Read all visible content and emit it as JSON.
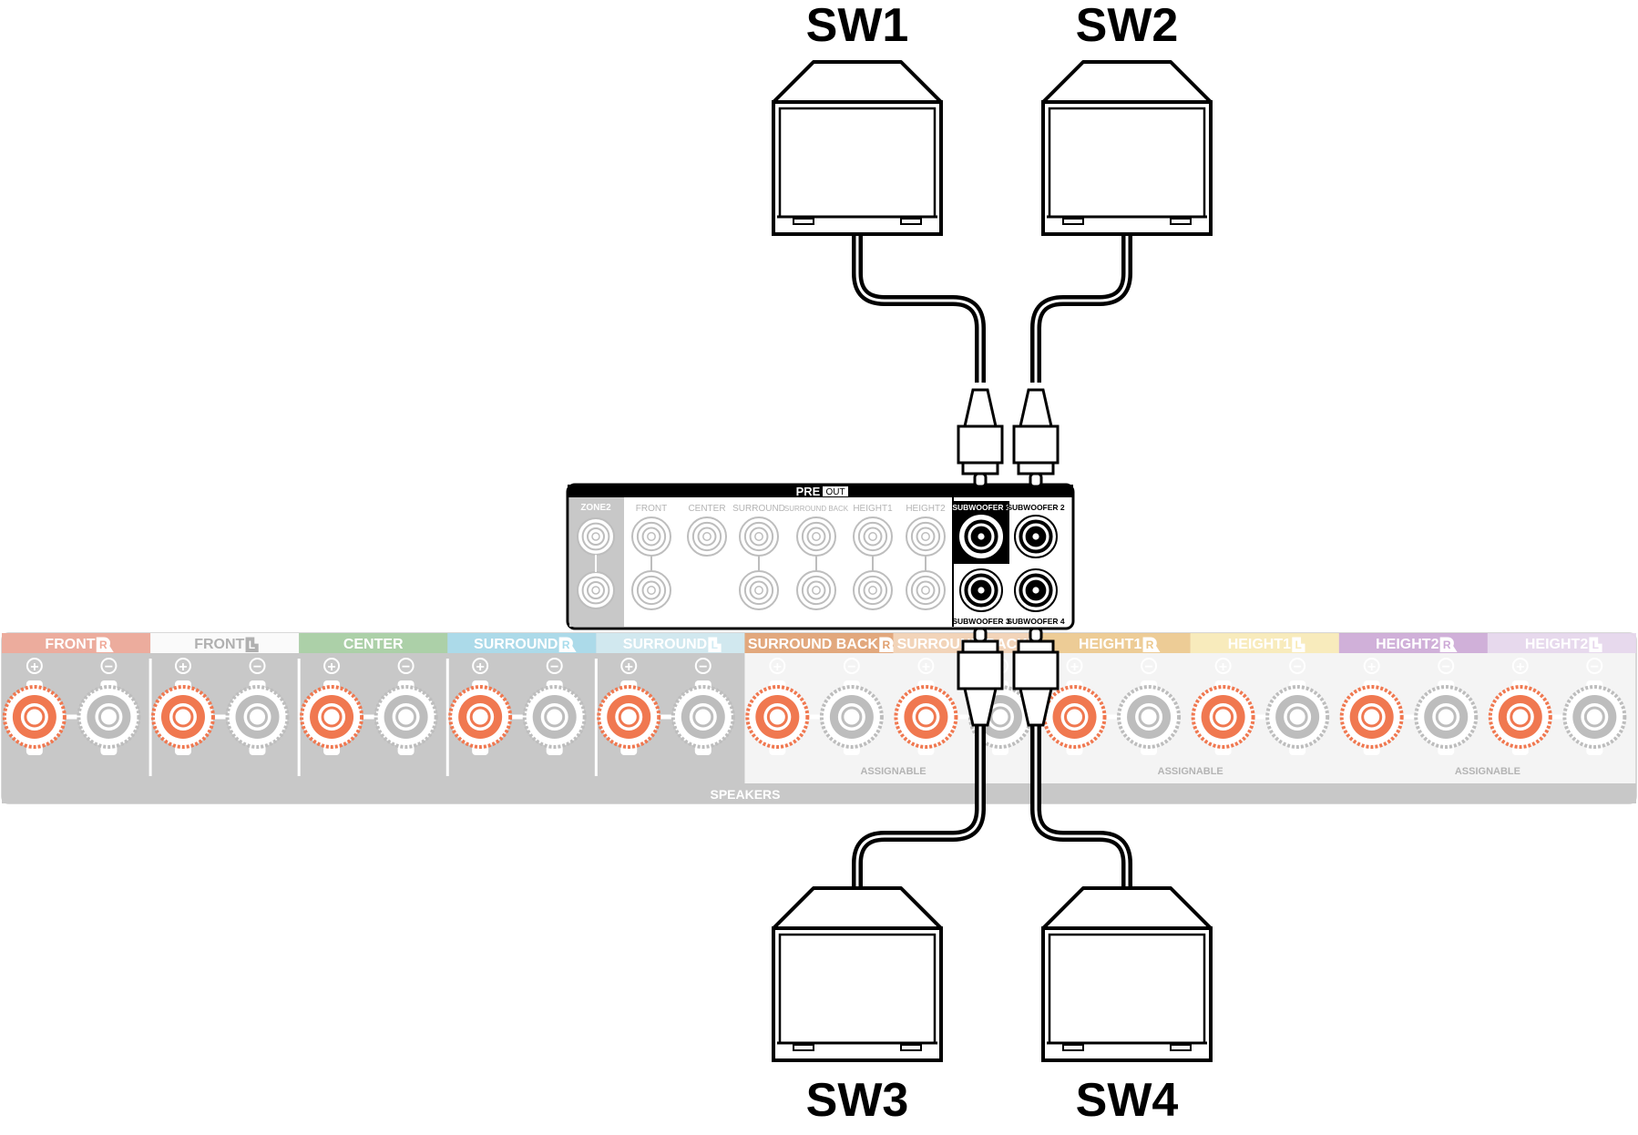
{
  "subwoofers": [
    {
      "id": "sw1",
      "label": "SW1"
    },
    {
      "id": "sw2",
      "label": "SW2"
    },
    {
      "id": "sw3",
      "label": "SW3"
    },
    {
      "id": "sw4",
      "label": "SW4"
    }
  ],
  "pre_out": {
    "title_pre": "PRE",
    "title_out": "OUT",
    "zone2": "ZONE2",
    "channels": [
      "FRONT",
      "CENTER",
      "SURROUND",
      "SURROUND BACK",
      "HEIGHT1",
      "HEIGHT2"
    ],
    "subwoofer_labels": [
      "SUBWOOFER 1",
      "SUBWOOFER 2",
      "SUBWOOFER 3",
      "SUBWOOFER 4"
    ]
  },
  "speakers": {
    "channels": [
      {
        "label": "FRONT",
        "side": "R",
        "color": "#f0a898"
      },
      {
        "label": "FRONT",
        "side": "L",
        "color": "#ffffff"
      },
      {
        "label": "CENTER",
        "side": "",
        "color": "#a8d0a4"
      },
      {
        "label": "SURROUND",
        "side": "R",
        "color": "#a8dcec"
      },
      {
        "label": "SURROUND",
        "side": "L",
        "color": "#d2ebf3"
      },
      {
        "label": "SURROUND BACK",
        "side": "R",
        "color": "#e0a070"
      },
      {
        "label": "SURROUND BACK",
        "side": "L",
        "color": "#f2d0b2"
      },
      {
        "label": "HEIGHT1",
        "side": "R",
        "color": "#ecc88c"
      },
      {
        "label": "HEIGHT1",
        "side": "L",
        "color": "#f8eab6"
      },
      {
        "label": "HEIGHT2",
        "side": "R",
        "color": "#cca8d6"
      },
      {
        "label": "HEIGHT2",
        "side": "L",
        "color": "#e6d6ec"
      }
    ],
    "plus_sign": "+",
    "minus_sign": "−",
    "assignable": "ASSIGNABLE",
    "footer": "SPEAKERS"
  },
  "colors": {
    "outline": "#000000",
    "panel_gray": "#c8c8c8",
    "terminal_red": "#f07850",
    "jack_gray": "#bdbdbd"
  }
}
